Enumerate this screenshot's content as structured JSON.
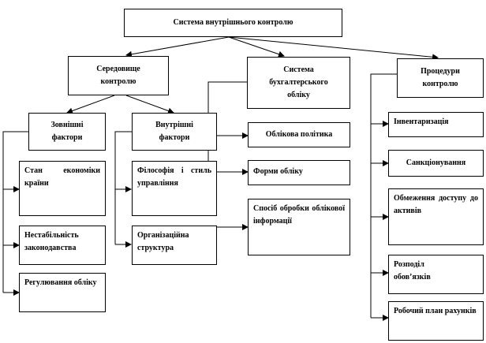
{
  "diagram": {
    "root": "Система внутрішнього контролю",
    "level1": {
      "environment": "Середовище контролю",
      "accounting_system": "Система бухгалтерського обліку",
      "procedures": "Процедури контролю"
    },
    "factors": {
      "external": "Зовнішні фактори",
      "internal": "Внутрішні фактори"
    },
    "external_items": [
      "Стан економіки країни",
      "Нестабільність законодавства",
      "Регулювання обліку"
    ],
    "internal_items": [
      "Філософія і стиль управління",
      "Організаційна структура"
    ],
    "accounting_items": [
      "Облікова політика",
      "Форми обліку",
      "Спосіб обробки облікової інформації"
    ],
    "procedure_items": [
      "Інвентаризація",
      "Санкціонування",
      "Обмеження доступу до активів",
      "Розподіл обов’язків",
      "Робочий план рахунків"
    ]
  }
}
